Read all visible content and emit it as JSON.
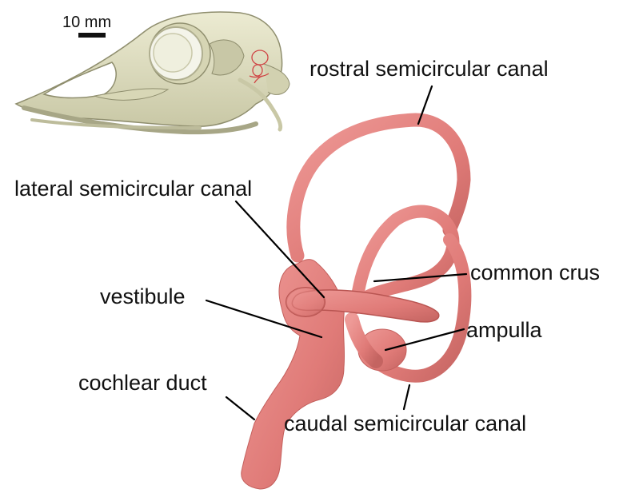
{
  "scale_bar": {
    "label": "10 mm"
  },
  "labels": {
    "rostral": "rostral semicircular canal",
    "lateral": "lateral semicircular canal",
    "common_crus": "common crus",
    "vestibule": "vestibule",
    "ampulla": "ampulla",
    "cochlear_duct": "cochlear duct",
    "caudal": "caudal semicircular canal"
  },
  "colors": {
    "inner_ear": "#e27c7a",
    "inner_ear_shadow": "#b95552",
    "skull": "#e4e4c6",
    "skull_shadow": "#9c9c7c",
    "eye_ring": "#f4f4ea",
    "leader_line": "#000000"
  }
}
